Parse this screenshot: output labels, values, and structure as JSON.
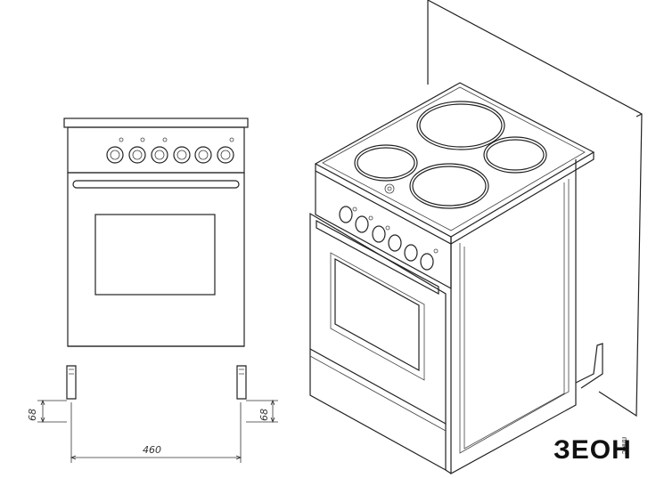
{
  "dimensions": {
    "foot_height_left": "68",
    "foot_height_right": "68",
    "width": "460"
  },
  "logo": {
    "brand": "ЗЕОН",
    "tagline": "плюс"
  },
  "colors": {
    "line": "#222222",
    "logo_accent": "#2e9e3a"
  }
}
